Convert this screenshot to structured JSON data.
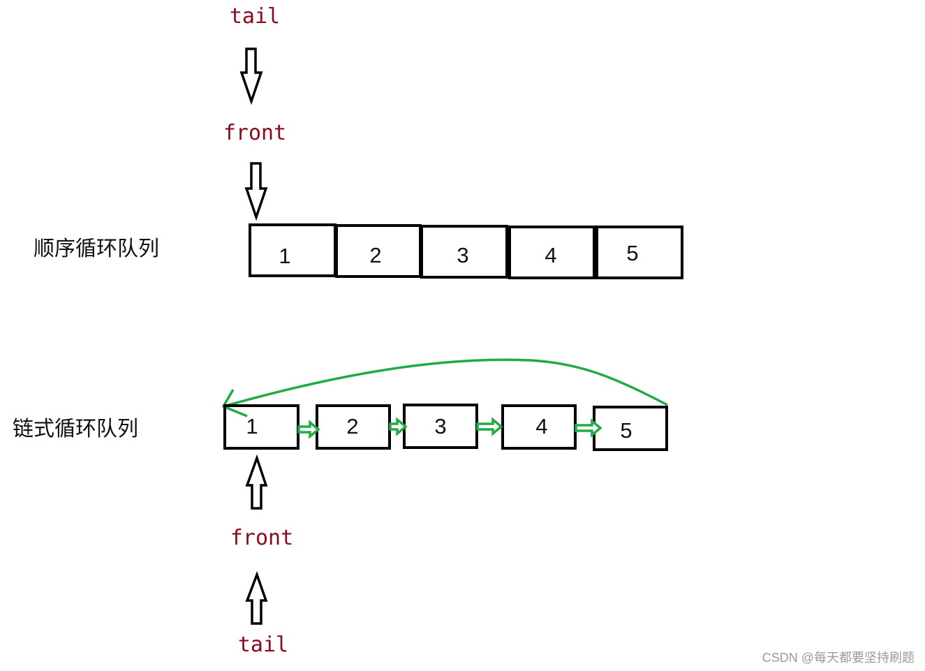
{
  "sequential_queue": {
    "label": "顺序循环队列",
    "tail_label": "tail",
    "front_label": "front",
    "cells": [
      "1",
      "2",
      "3",
      "4",
      "5"
    ]
  },
  "linked_queue": {
    "label": "链式循环队列",
    "front_label": "front",
    "tail_label": "tail",
    "nodes": [
      "1",
      "2",
      "3",
      "4",
      "5"
    ]
  },
  "colors": {
    "pointer_text": "#8b0a1a",
    "link_arrows": "#22aa44",
    "outline": "#000000"
  },
  "watermark": "CSDN @每天都要坚持刷题"
}
